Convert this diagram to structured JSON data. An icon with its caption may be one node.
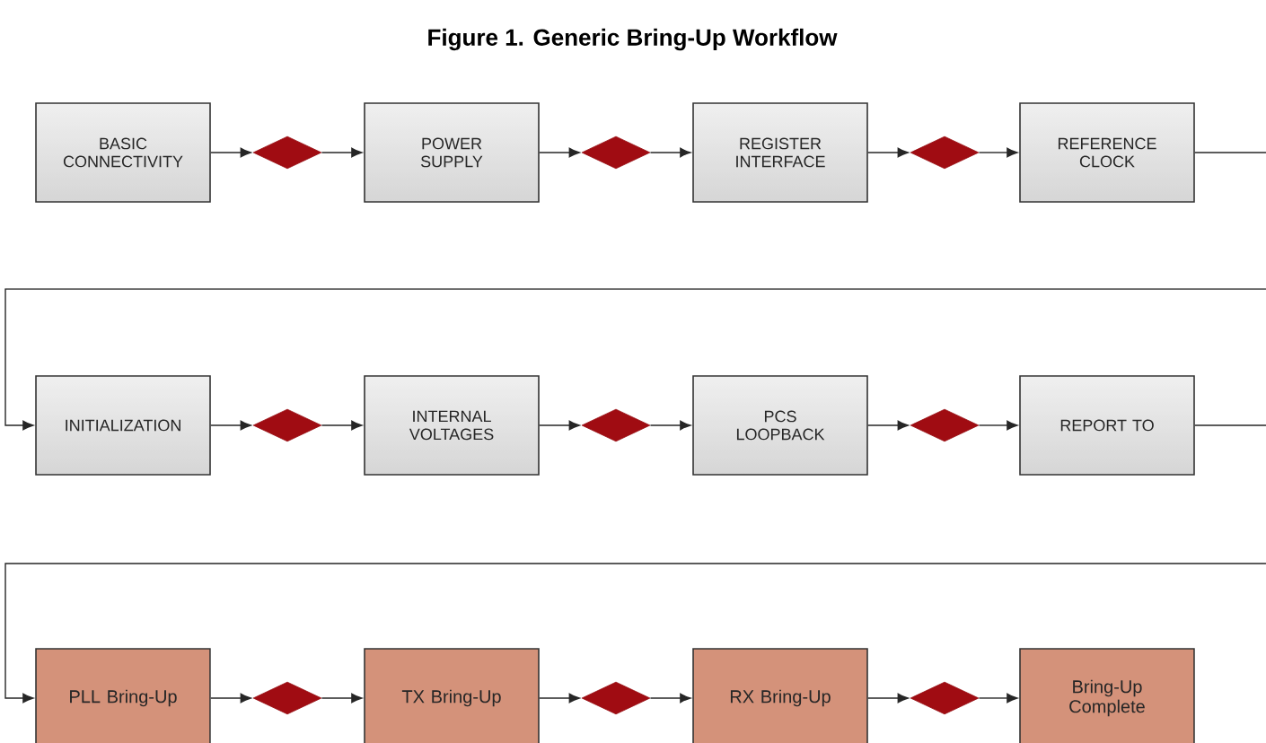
{
  "diagram": {
    "title": "Figure 1. Generic Bring-Up Workflow",
    "nodes": [
      {
        "text": [
          "BASIC CONNECTIVITY"
        ]
      },
      {
        "text": [],
        "shape": "diamond"
      },
      {
        "text": [
          "POWER SUPPLY"
        ]
      },
      {
        "text": [],
        "shape": "diamond"
      },
      {
        "text": [
          "REGISTER INTERFACE"
        ]
      },
      {
        "text": [],
        "shape": "diamond"
      },
      {
        "text": [
          "REFERENCE CLOCK"
        ]
      },
      {
        "text": [
          "INITIALIZATION"
        ]
      },
      {
        "text": [],
        "shape": "diamond"
      },
      {
        "text": [
          "INTERNAL VOLTAGES"
        ]
      },
      {
        "text": [],
        "shape": "diamond"
      },
      {
        "text": [
          "PCS LOOPBACK"
        ]
      },
      {
        "text": [],
        "shape": "diamond"
      },
      {
        "text": [
          "REPORT TO"
        ]
      },
      {
        "text": [
          "PLL Bring-Up"
        ]
      },
      {
        "text": [],
        "shape": "diamond"
      },
      {
        "text": [
          "TX Bring-Up"
        ]
      },
      {
        "text": [],
        "shape": "diamond"
      },
      {
        "text": [
          "RX Bring-Up"
        ]
      },
      {
        "text": [],
        "shape": "diamond"
      },
      {
        "text": [
          "Bring-Up Complete"
        ]
      }
    ],
    "edges": [
      {
        "from": 0,
        "to": 1,
        "arrow": "to"
      },
      {
        "from": 1,
        "to": 2,
        "arrow": "to"
      },
      {
        "from": 2,
        "to": 3,
        "arrow": "to"
      },
      {
        "from": 3,
        "to": 4,
        "arrow": "to"
      },
      {
        "from": 4,
        "to": 5,
        "arrow": "to"
      },
      {
        "from": 5,
        "to": 6,
        "arrow": "to"
      },
      {
        "from": 6,
        "to": null,
        "arrow": "none"
      },
      {
        "from": null,
        "to": 7,
        "arrow": "to"
      },
      {
        "from": 7,
        "to": 8,
        "arrow": "to"
      },
      {
        "from": 8,
        "to": 9,
        "arrow": "to"
      },
      {
        "from": 9,
        "to": 10,
        "arrow": "to"
      },
      {
        "from": 10,
        "to": 11,
        "arrow": "to"
      },
      {
        "from": 11,
        "to": 12,
        "arrow": "to"
      },
      {
        "from": 12,
        "to": 13,
        "arrow": "to"
      },
      {
        "from": 13,
        "to": null,
        "arrow": "none"
      },
      {
        "from": null,
        "to": 14,
        "arrow": "to"
      },
      {
        "from": 14,
        "to": 15,
        "arrow": "to"
      },
      {
        "from": 15,
        "to": 16,
        "arrow": "to"
      },
      {
        "from": 16,
        "to": 17,
        "arrow": "to"
      },
      {
        "from": 17,
        "to": 18,
        "arrow": "to"
      },
      {
        "from": 18,
        "to": 19,
        "arrow": "to"
      },
      {
        "from": 19,
        "to": 20,
        "arrow": "to"
      }
    ]
  }
}
